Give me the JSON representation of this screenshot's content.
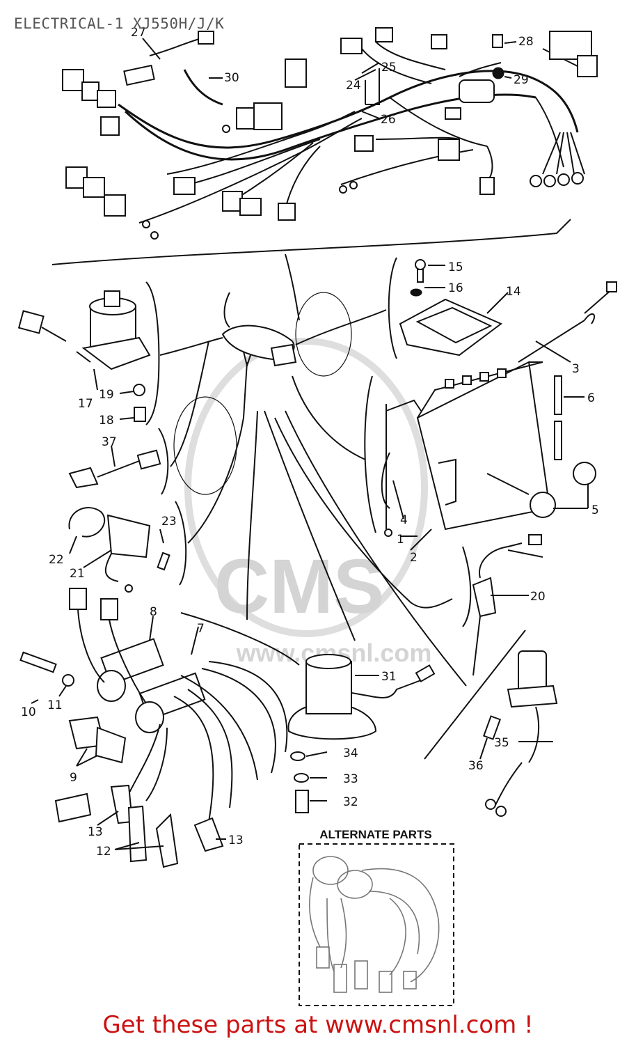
{
  "title": "ELECTRICAL-1 XJ550H/J/K",
  "footer": "Get these parts at www.cmsnl.com !",
  "watermark": {
    "line1": "CMS",
    "line2": "www.cmsnl.com"
  },
  "alternate_parts_label": "ALTERNATE PARTS",
  "colors": {
    "footer": "#cc1111",
    "title": "#555555",
    "line": "#111111",
    "watermark": "#d4d4d4"
  },
  "callouts": [
    {
      "id": "c27",
      "label": "27"
    },
    {
      "id": "c28",
      "label": "28"
    },
    {
      "id": "c30",
      "label": "30"
    },
    {
      "id": "c25",
      "label": "25"
    },
    {
      "id": "c24",
      "label": "24"
    },
    {
      "id": "c29",
      "label": "29"
    },
    {
      "id": "c26",
      "label": "26"
    },
    {
      "id": "c15",
      "label": "15"
    },
    {
      "id": "c16",
      "label": "16"
    },
    {
      "id": "c14",
      "label": "14"
    },
    {
      "id": "c3",
      "label": "3"
    },
    {
      "id": "c6",
      "label": "6"
    },
    {
      "id": "c17",
      "label": "17"
    },
    {
      "id": "c19",
      "label": "19"
    },
    {
      "id": "c18",
      "label": "18"
    },
    {
      "id": "c37",
      "label": "37"
    },
    {
      "id": "c5",
      "label": "5"
    },
    {
      "id": "c4",
      "label": "4"
    },
    {
      "id": "c1",
      "label": "1"
    },
    {
      "id": "c2",
      "label": "2"
    },
    {
      "id": "c23",
      "label": "23"
    },
    {
      "id": "c22",
      "label": "22"
    },
    {
      "id": "c21",
      "label": "21"
    },
    {
      "id": "c20",
      "label": "20"
    },
    {
      "id": "c8",
      "label": "8"
    },
    {
      "id": "c7",
      "label": "7"
    },
    {
      "id": "c10",
      "label": "10"
    },
    {
      "id": "c11",
      "label": "11"
    },
    {
      "id": "c31",
      "label": "31"
    },
    {
      "id": "c9",
      "label": "9"
    },
    {
      "id": "c34",
      "label": "34"
    },
    {
      "id": "c35",
      "label": "35"
    },
    {
      "id": "c36",
      "label": "36"
    },
    {
      "id": "c33",
      "label": "33"
    },
    {
      "id": "c32",
      "label": "32"
    },
    {
      "id": "c13a",
      "label": "13"
    },
    {
      "id": "c13b",
      "label": "13"
    },
    {
      "id": "c12",
      "label": "12"
    }
  ]
}
